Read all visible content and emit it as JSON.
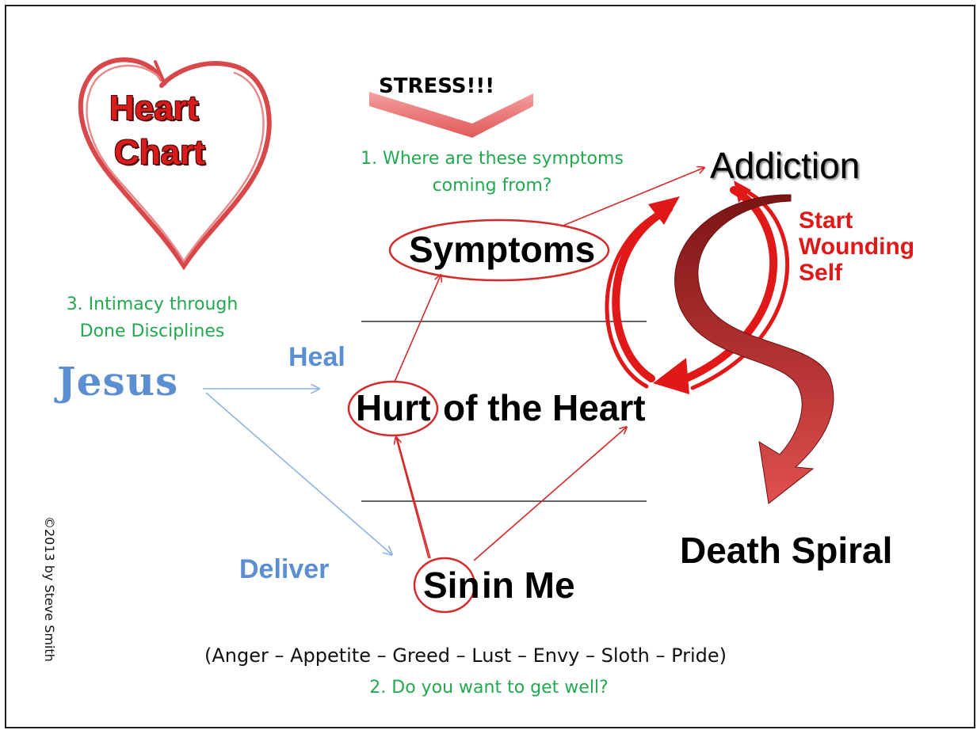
{
  "title": {
    "line1": "Heart",
    "line2": "Chart"
  },
  "stress": "STRESS!!!",
  "question1": {
    "line1": "1. Where are these symptoms",
    "line2": "coming from?"
  },
  "question3": {
    "line1": "3. Intimacy through",
    "line2": "Done Disciplines"
  },
  "question2": "2. Do you want to get well?",
  "jesus": "Jesus",
  "heal": "Heal",
  "deliver": "Deliver",
  "nodes": {
    "symptoms": "Symptoms",
    "hurt": "Hurt",
    "of_the_heart": "of the Heart",
    "sin": "Sin",
    "in_me": "in Me",
    "addiction": "Addiction",
    "death_spiral": "Death Spiral"
  },
  "wounding": {
    "line1": "Start",
    "line2": "Wounding",
    "line3": "Self"
  },
  "sins_list": "(Anger – Appetite – Greed – Lust – Envy – Sloth – Pride)",
  "copyright": "©2013 by Steve Smith",
  "colors": {
    "green": "#22a94f",
    "blue": "#5b8fd2",
    "red": "#e01818",
    "dark_red": "#8b1a1a"
  }
}
